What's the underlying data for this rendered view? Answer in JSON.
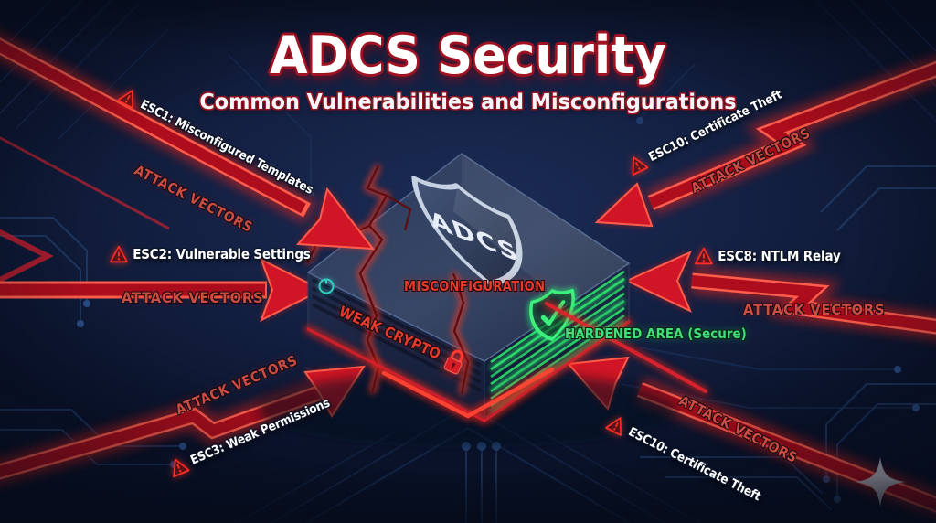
{
  "title": "ADCS Security",
  "subtitle": "Common Vulnerabilities and Misconfigurations",
  "center": {
    "shield_label": "ADCS",
    "misconfiguration_label": "MISCONFIGURATION",
    "weak_crypto_label": "WEAK CRYPTO",
    "hardened_label": "HARDENED AREA (Secure)"
  },
  "arrows": [
    {
      "position": "top-left",
      "label": "ESC1: Misconfigured Templates",
      "vector_text": "ATTACK VECTORS"
    },
    {
      "position": "top-right",
      "label": "ESC10: Certificate Theft",
      "vector_text": "ATTACK VECTORS"
    },
    {
      "position": "middle-left",
      "label": "ESC2: Vulnerable Settings",
      "vector_text": "ATTACK VECTORS"
    },
    {
      "position": "middle-right",
      "label": "ESC8: NTLM Relay",
      "vector_text": "ATTACK VECTORS"
    },
    {
      "position": "bottom-left",
      "label": "ESC3: Weak Permissions",
      "vector_text": "ATTACK VECTORS"
    },
    {
      "position": "bottom-right",
      "label": "ESC10: Certificate Theft",
      "vector_text": "ATTACK VECTORS"
    }
  ],
  "icons": {
    "warning": "triangle-exclamation",
    "center_shield": "shield",
    "secure_shield": "shield-check",
    "lock": "padlock",
    "power": "power-button",
    "sparkle": "four-point-star"
  },
  "colors": {
    "background_navy": "#15224a",
    "circuit_blue": "#1f3b6e",
    "attack_red": "#e01b2b",
    "vector_label_red": "#cb4d41",
    "esc_label_white": "#ffffff",
    "misconfig_red": "#e73a2c",
    "hardened_green": "#41df7b",
    "shield_silver": "#c6d2e2",
    "sparkle_gray": "#c9cfd8"
  }
}
